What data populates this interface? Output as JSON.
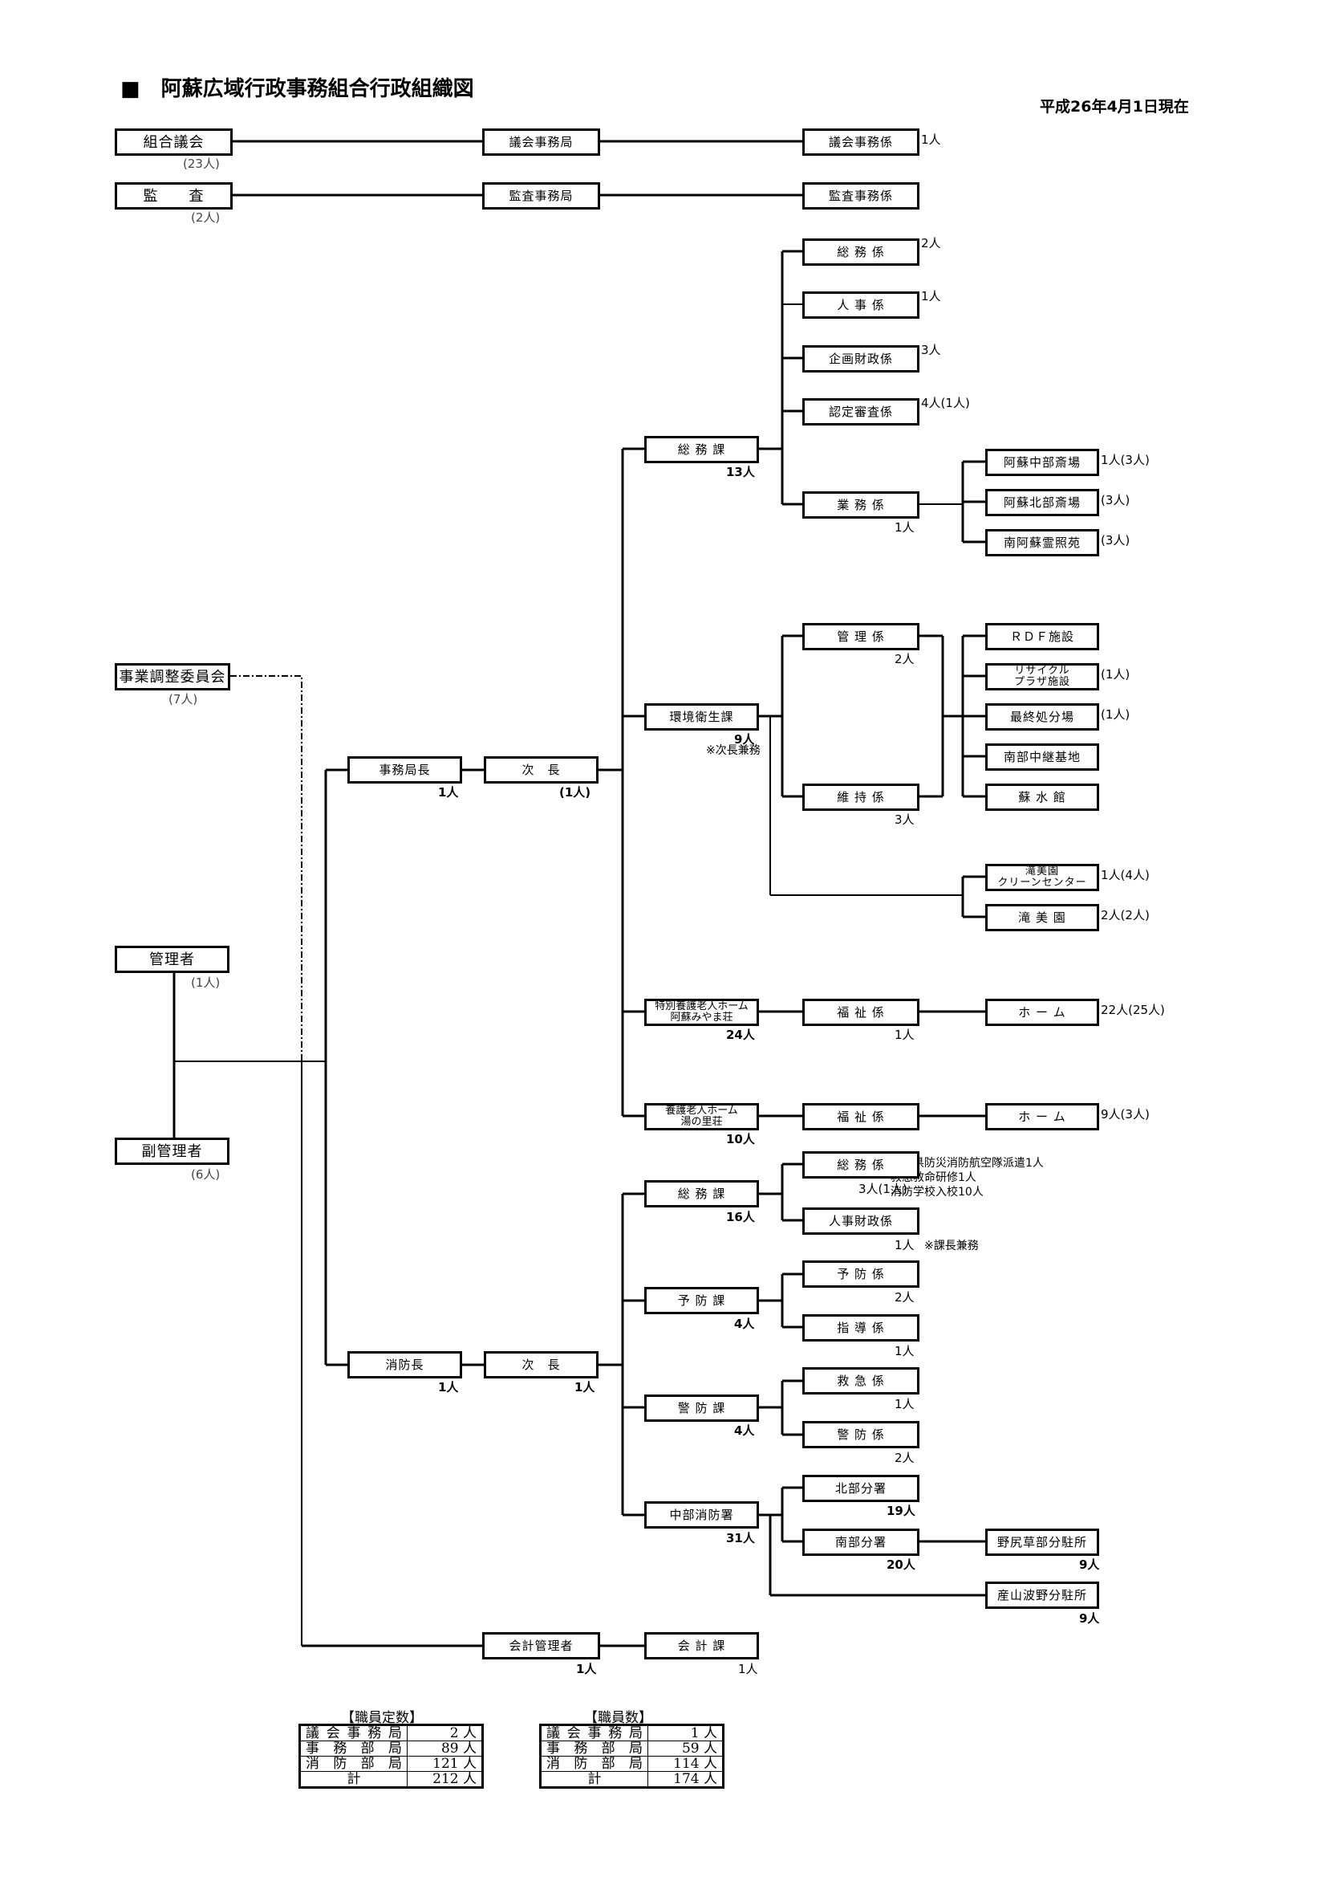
{
  "title": "■　阿蘇広域行政事務組合行政組織図",
  "date": "平成26年4月1日現在",
  "top_rows": [
    {
      "org": "組合議会",
      "org_count": "(23人)",
      "office": "議会事務局",
      "section": "議会事務係",
      "section_count": "1人"
    },
    {
      "org": "監　　査",
      "org_count": "(2人)",
      "office": "監査事務局",
      "section": "監査事務係",
      "section_count": ""
    }
  ],
  "left": {
    "committee": "事業調整委員会",
    "committee_count": "(7人)",
    "manager": "管理者",
    "manager_count": "(1人)",
    "vice_manager": "副管理者",
    "vice_manager_count": "(6人)"
  },
  "admin": {
    "director": "事務局長",
    "director_count": "1人",
    "deputy": "次　長",
    "deputy_count": "(1人)",
    "soumu": {
      "name": "総 務 課",
      "count": "13人",
      "sections": [
        {
          "name": "総 務 係",
          "count": "2人"
        },
        {
          "name": "人 事 係",
          "count": "1人"
        },
        {
          "name": "企画財政係",
          "count": "3人"
        },
        {
          "name": "認定審査係",
          "count": "4人(1人)"
        },
        {
          "name": "業 務 係",
          "count": "1人"
        }
      ],
      "facilities": [
        {
          "name": "阿蘇中部斎場",
          "count": "1人(3人)"
        },
        {
          "name": "阿蘇北部斎場",
          "count": "(3人)"
        },
        {
          "name": "南阿蘇霊照苑",
          "count": "(3人)"
        }
      ]
    },
    "kankyo": {
      "name": "環境衛生課",
      "count": "9人",
      "note": "※次長兼務",
      "sections": [
        {
          "name": "管 理 係",
          "count": "2人"
        },
        {
          "name": "維 持 係",
          "count": "3人"
        }
      ],
      "facilities": [
        {
          "name": "ＲＤＦ施設",
          "count": ""
        },
        {
          "name": "リサイクル\nプラザ施設",
          "count": "(1人)"
        },
        {
          "name": "最終処分場",
          "count": "(1人)"
        },
        {
          "name": "南部中継基地",
          "count": ""
        },
        {
          "name": "蘇 水 館",
          "count": ""
        }
      ],
      "takimien": [
        {
          "name": "滝美園\nクリーンセンター",
          "count": "1人(4人)"
        },
        {
          "name": "滝 美 園",
          "count": "2人(2人)"
        }
      ]
    },
    "tokuyo": {
      "name": "特別養護老人ホーム\n阿蘇みやま荘",
      "count": "24人",
      "section": "福 祉 係",
      "section_count": "1人",
      "home": "ホ ー ム",
      "home_count": "22人(25人)"
    },
    "yogo": {
      "name": "養護老人ホーム\n湯の里荘",
      "count": "10人",
      "section": "福 祉 係",
      "section_count": "",
      "home": "ホ ー ム",
      "home_count": "9人(3人)"
    }
  },
  "fire": {
    "chief": "消防長",
    "chief_count": "1人",
    "deputy": "次　長",
    "deputy_count": "1人",
    "notes": [
      "熊本県防災消防航空隊派遣1人",
      "救急救命研修1人",
      "消防学校入校10人"
    ],
    "soumu": {
      "name": "総 務 課",
      "count": "16人",
      "sections": [
        {
          "name": "総 務 係",
          "count": "3人(1人)"
        },
        {
          "name": "人事財政係",
          "count": "1人",
          "note": "※課長兼務"
        }
      ]
    },
    "yobo": {
      "name": "予 防 課",
      "count": "4人",
      "sections": [
        {
          "name": "予 防 係",
          "count": "2人"
        },
        {
          "name": "指 導 係",
          "count": "1人"
        }
      ]
    },
    "keibo": {
      "name": "警 防 課",
      "count": "4人",
      "sections": [
        {
          "name": "救 急 係",
          "count": "1人"
        },
        {
          "name": "警 防 係",
          "count": "2人"
        }
      ]
    },
    "chubu": {
      "name": "中部消防署",
      "count": "31人",
      "north": {
        "name": "北部分署",
        "count": "19人"
      },
      "south": {
        "name": "南部分署",
        "count": "20人"
      },
      "nojiri": {
        "name": "野尻草部分駐所",
        "count": "9人"
      },
      "ubuyama": {
        "name": "産山波野分駐所",
        "count": "9人"
      }
    }
  },
  "accounting": {
    "manager": "会計管理者",
    "manager_count": "1人",
    "section": "会 計 課",
    "section_count": "1人"
  },
  "tables": [
    {
      "caption": "【職員定数】",
      "rows": [
        {
          "label": "議会事務局",
          "value": "2 人"
        },
        {
          "label": "事務部局",
          "value": "89 人"
        },
        {
          "label": "消防部局",
          "value": "121 人"
        },
        {
          "label": "計",
          "value": "212 人"
        }
      ]
    },
    {
      "caption": "【職員数】",
      "rows": [
        {
          "label": "議会事務局",
          "value": "1 人"
        },
        {
          "label": "事務部局",
          "value": "59 人"
        },
        {
          "label": "消防部局",
          "value": "114 人"
        },
        {
          "label": "計",
          "value": "174 人"
        }
      ]
    }
  ]
}
